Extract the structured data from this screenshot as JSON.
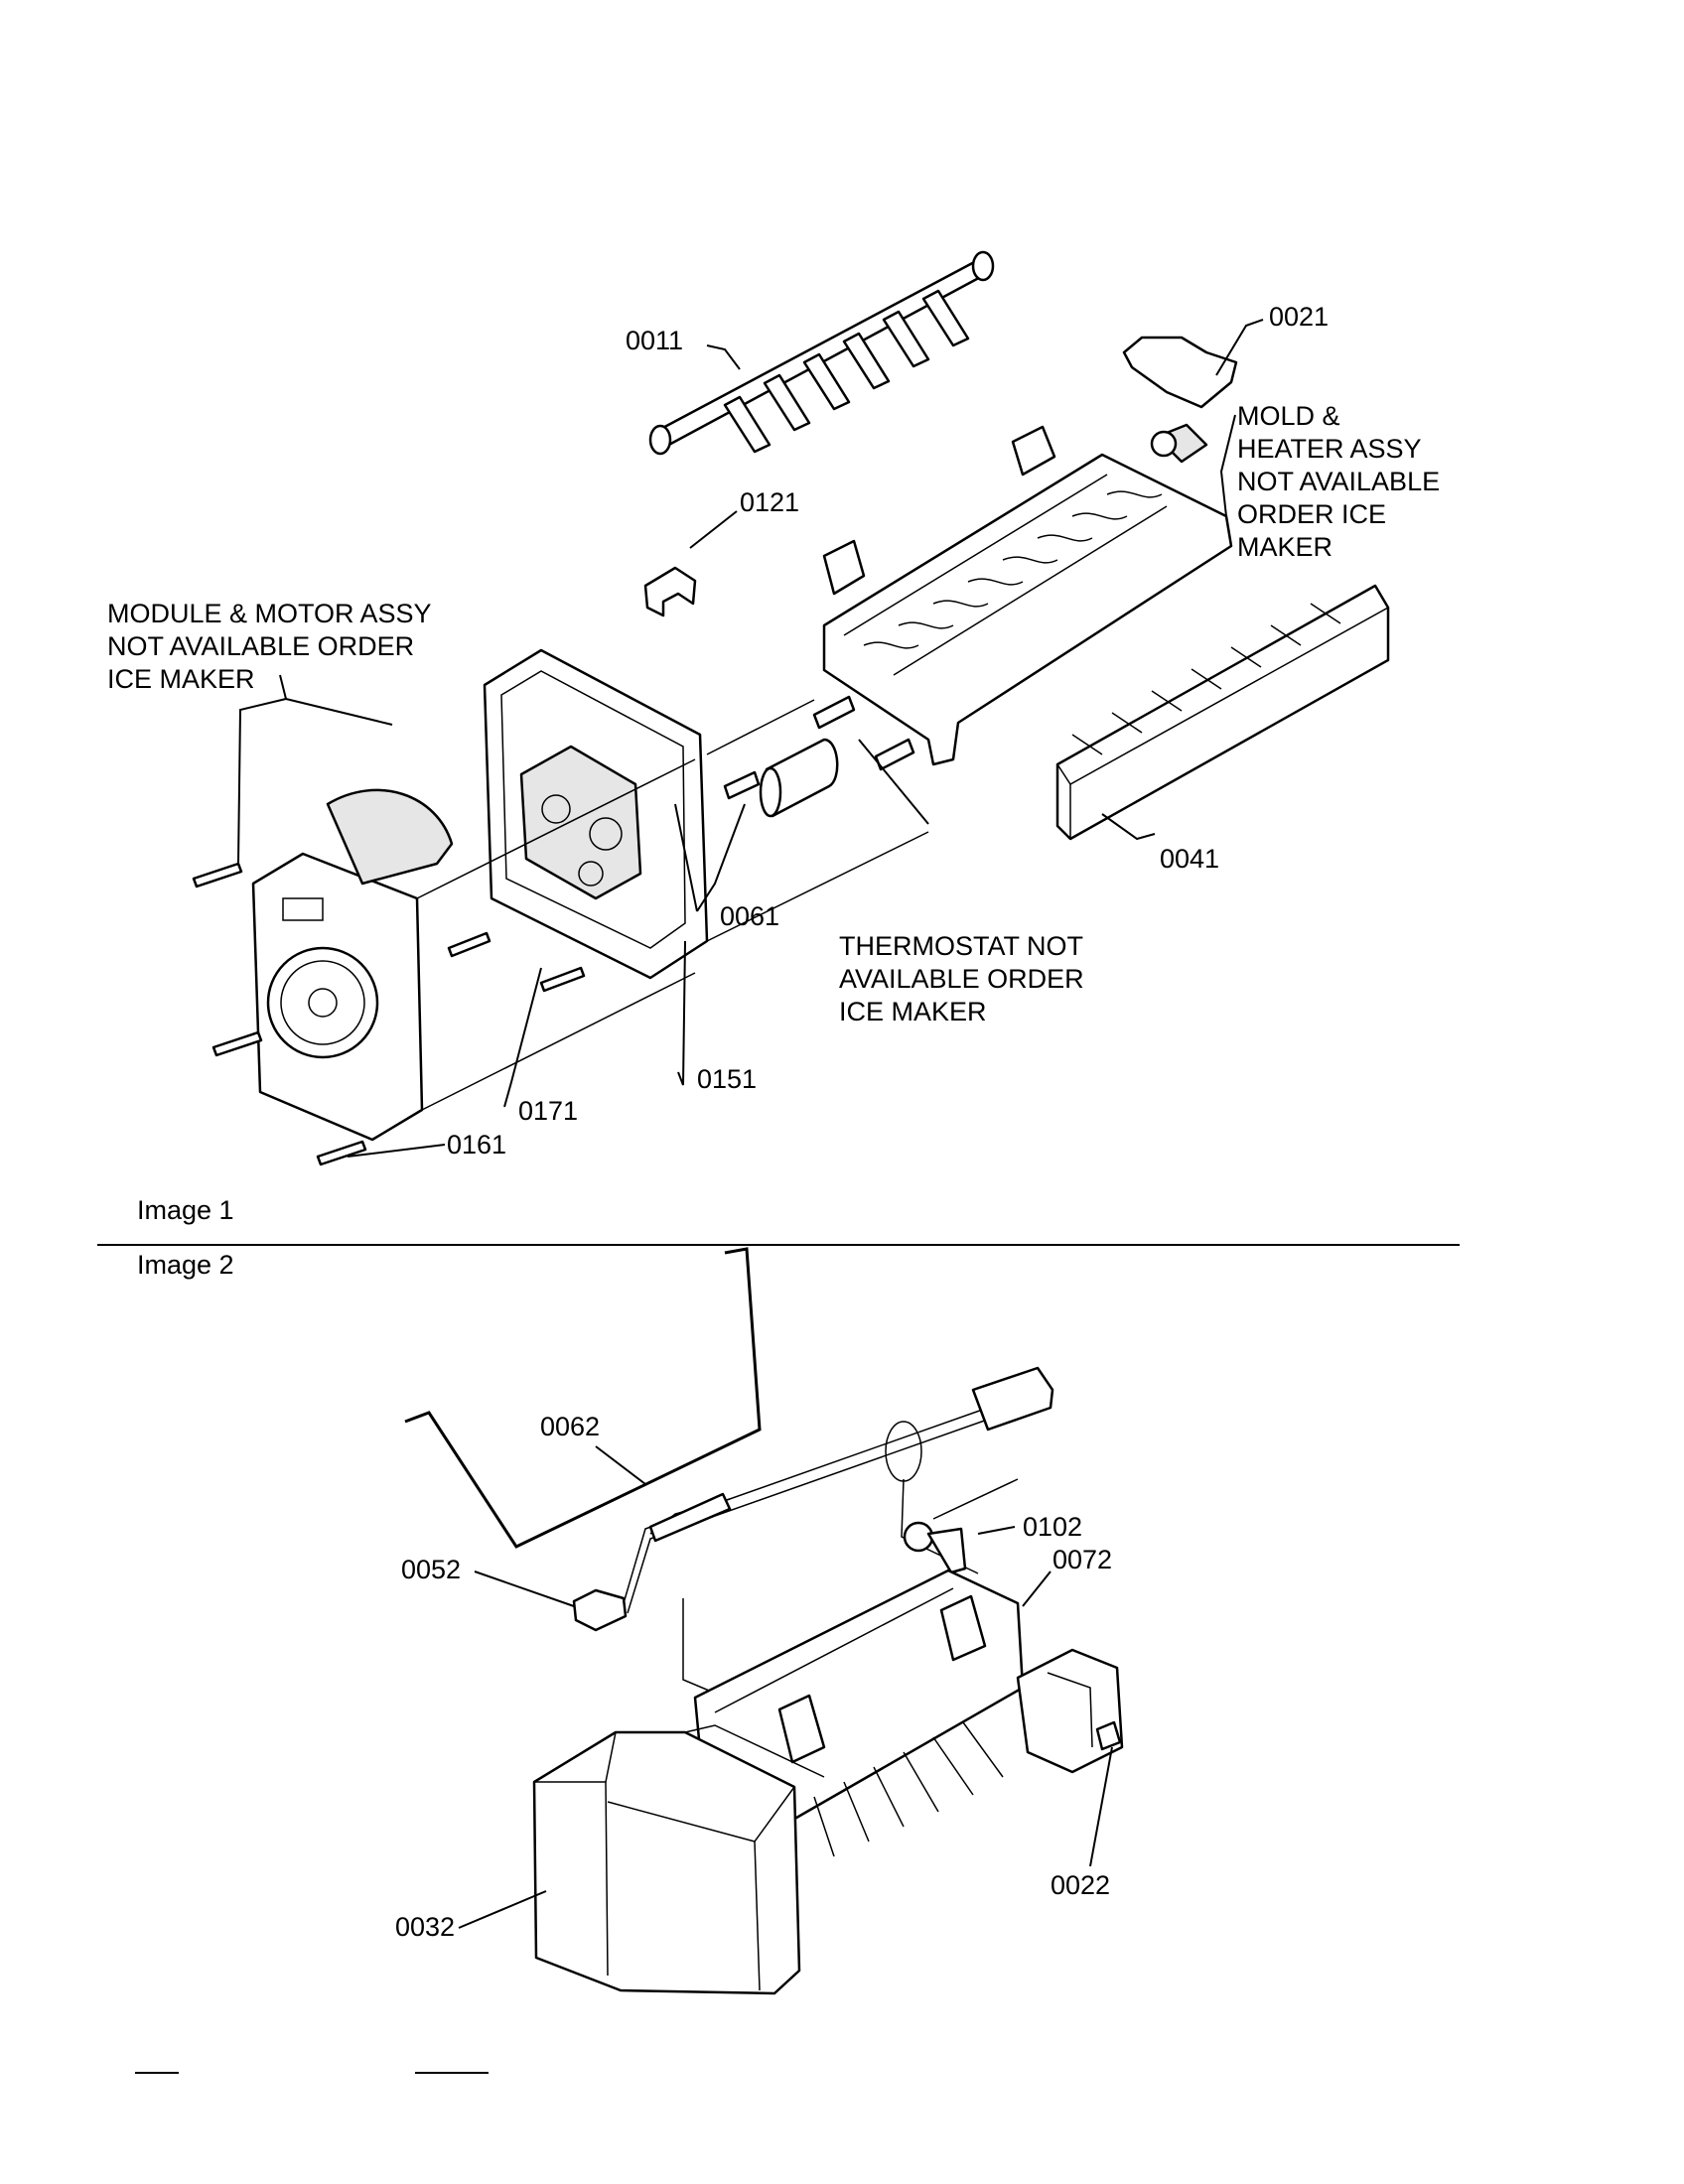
{
  "image1": {
    "caption": "Image 1",
    "callouts": {
      "p0011": "0011",
      "p0021": "0021",
      "p0121": "0121",
      "p0041": "0041",
      "p0061": "0061",
      "p0151": "0151",
      "p0171": "0171",
      "p0161": "0161"
    },
    "notes": {
      "mold_heater": [
        "MOLD &",
        "HEATER ASSY",
        "NOT AVAILABLE",
        "ORDER ICE",
        "MAKER"
      ],
      "module_motor": [
        "MODULE & MOTOR ASSY",
        "NOT AVAILABLE ORDER",
        "ICE MAKER"
      ],
      "thermostat": [
        "THERMOSTAT NOT",
        "AVAILABLE ORDER",
        "ICE MAKER"
      ]
    }
  },
  "image2": {
    "caption": "Image 2",
    "callouts": {
      "p0062": "0062",
      "p0052": "0052",
      "p0102": "0102",
      "p0072": "0072",
      "p0022": "0022",
      "p0032": "0032"
    }
  }
}
